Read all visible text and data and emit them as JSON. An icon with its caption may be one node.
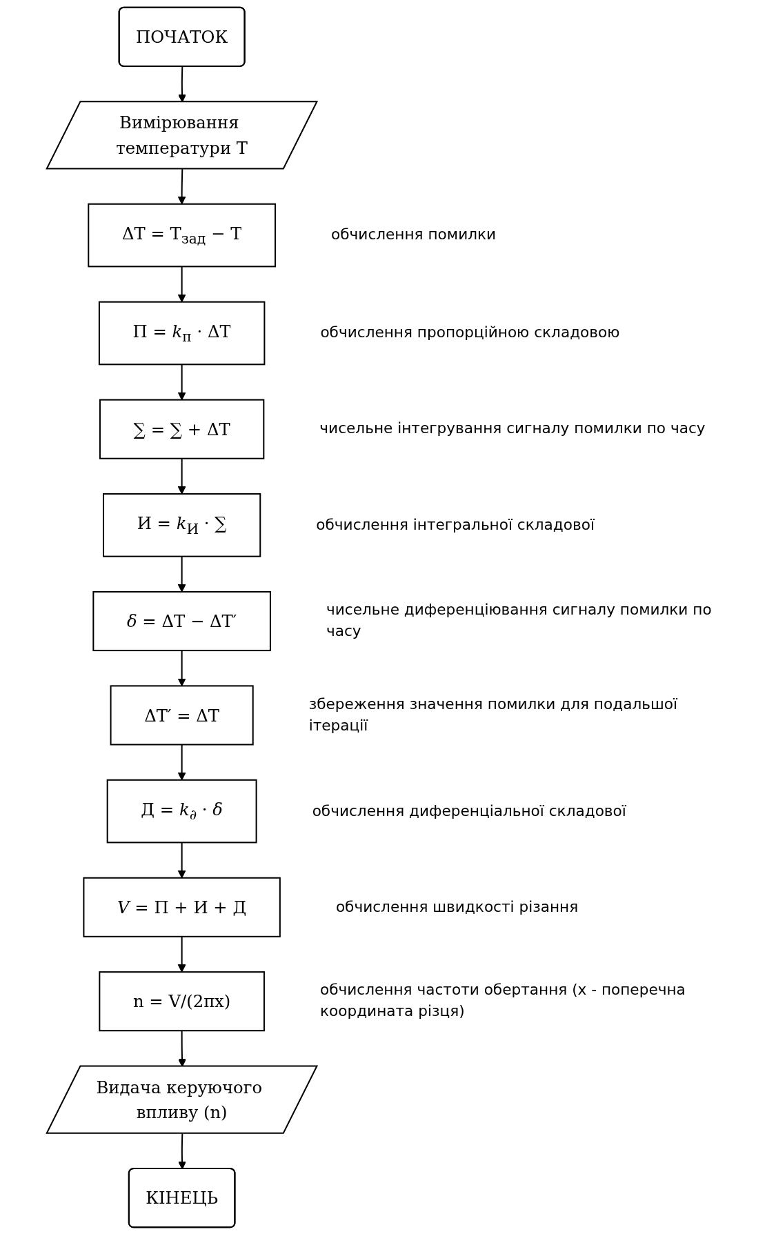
{
  "diagram": {
    "nodes": [
      {
        "text": [
          "ПОЧАТОК"
        ]
      },
      {
        "text": [
          "Вимірювання температури T"
        ]
      },
      {
        "text": [
          "ΔT = T$_{зад}$ − T"
        ],
        "beside": [
          "обчислення помилки"
        ]
      },
      {
        "text": [
          "П = *k*$_{п}$ · ΔT"
        ],
        "beside": [
          "обчислення пропорційною складовою"
        ]
      },
      {
        "text": [
          "∑ = ∑ + ΔT"
        ],
        "beside": [
          "чисельне інтегрування сигналу помилки по часу"
        ]
      },
      {
        "text": [
          "И = *k*$_{И}$ · ∑"
        ],
        "beside": [
          "обчислення інтегральної складової"
        ]
      },
      {
        "text": [
          "*δ* = ΔT − ΔT′"
        ],
        "beside": [
          "чисельне диференціювання сигналу помилки по часу"
        ]
      },
      {
        "text": [
          "ΔT′ = ΔT"
        ],
        "beside": [
          "збереження значення помилки для подальшої ітерації"
        ]
      },
      {
        "text": [
          "Д = *k*$_{∂}$ · *δ*"
        ],
        "beside": [
          "обчислення диференціальної складової"
        ]
      },
      {
        "text": [
          "*V* = П + И + Д"
        ],
        "beside": [
          "обчислення швидкості різання"
        ]
      },
      {
        "text": [
          "n = V/(2πx)"
        ],
        "beside": [
          "обчислення частоти обертання (х - поперечна координата різця)"
        ]
      },
      {
        "text": [
          "Видача керуючого впливу (n)"
        ]
      },
      {
        "text": [
          "КІНЕЦЬ"
        ]
      }
    ],
    "edges": [
      {
        "from": 0,
        "to": 1,
        "arrow": "to"
      },
      {
        "from": 1,
        "to": 2,
        "arrow": "to"
      },
      {
        "from": 2,
        "to": 3,
        "arrow": "to"
      },
      {
        "from": 3,
        "to": 4,
        "arrow": "to"
      },
      {
        "from": 4,
        "to": 5,
        "arrow": "to"
      },
      {
        "from": 5,
        "to": 6,
        "arrow": "to"
      },
      {
        "from": 6,
        "to": 7,
        "arrow": "to"
      },
      {
        "from": 7,
        "to": 8,
        "arrow": "to"
      },
      {
        "from": 8,
        "to": 9,
        "arrow": "to"
      },
      {
        "from": 9,
        "to": 10,
        "arrow": "to"
      },
      {
        "from": 10,
        "to": 11,
        "arrow": "to"
      },
      {
        "from": 11,
        "to": 12,
        "arrow": "to"
      }
    ]
  }
}
